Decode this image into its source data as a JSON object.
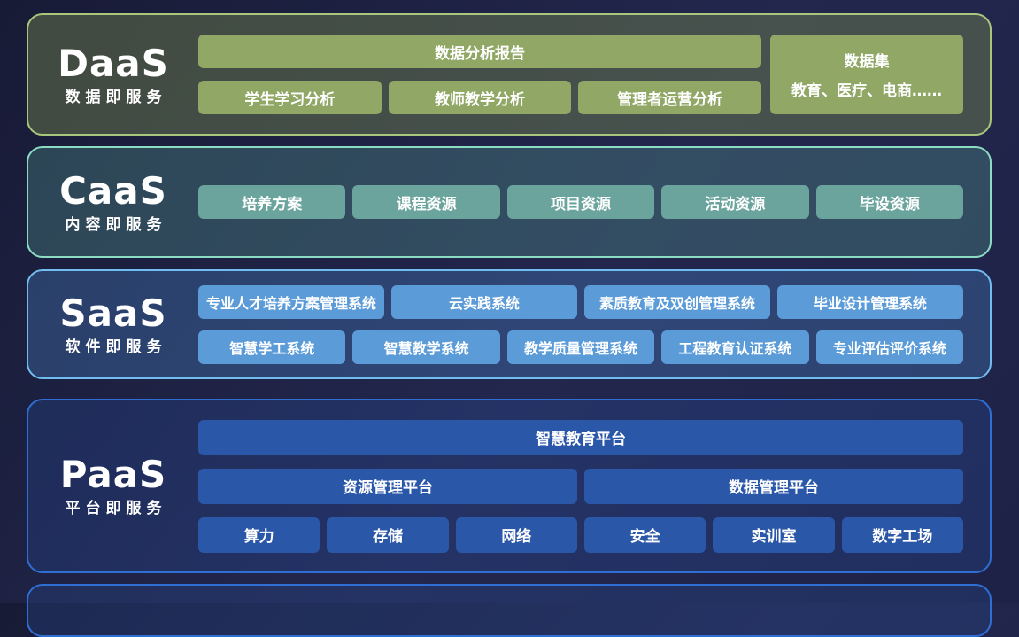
{
  "colors": {
    "background": "#1e2246",
    "daas_fill": "#90a765",
    "daas_border": "#a9c77c",
    "caas_fill": "#6ba49d",
    "caas_border": "#8cdcc4",
    "saas_fill": "#5b9bd8",
    "saas_border": "#72bdf0",
    "paas_fill": "#2b57a8",
    "paas_border": "#2f6fd4"
  },
  "sections": {
    "daas": {
      "title": "DaaS",
      "subtitle": "数据即服务",
      "report": "数据分析报告",
      "items": [
        "学生学习分析",
        "教师教学分析",
        "管理者运营分析"
      ],
      "dataset": {
        "line1": "数据集",
        "line2": "教育、医疗、电商……"
      }
    },
    "caas": {
      "title": "CaaS",
      "subtitle": "内容即服务",
      "items": [
        "培养方案",
        "课程资源",
        "项目资源",
        "活动资源",
        "毕设资源"
      ]
    },
    "saas": {
      "title": "SaaS",
      "subtitle": "软件即服务",
      "row1": [
        "专业人才培养方案管理系统",
        "云实践系统",
        "素质教育及双创管理系统",
        "毕业设计管理系统"
      ],
      "row2": [
        "智慧学工系统",
        "智慧教学系统",
        "教学质量管理系统",
        "工程教育认证系统",
        "专业评估评价系统"
      ]
    },
    "paas": {
      "title": "PaaS",
      "subtitle": "平台即服务",
      "platform": "智慧教育平台",
      "row2": [
        "资源管理平台",
        "数据管理平台"
      ],
      "row3": [
        "算力",
        "存储",
        "网络",
        "安全",
        "实训室",
        "数字工场"
      ]
    }
  }
}
